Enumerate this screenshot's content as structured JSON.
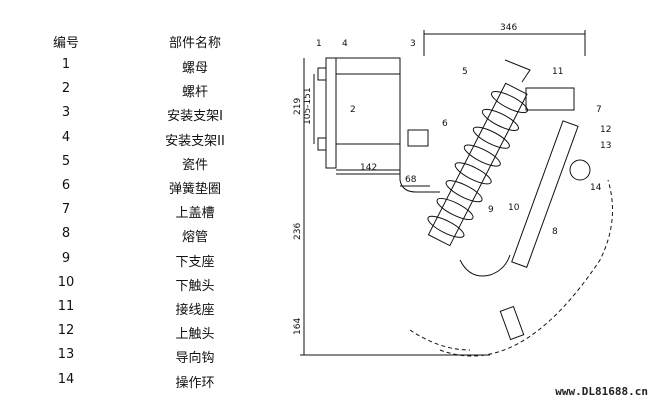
{
  "table": {
    "header": {
      "number": "编号",
      "name": "部件名称"
    },
    "rows": [
      {
        "number": "1",
        "name": "螺母"
      },
      {
        "number": "2",
        "name": "螺杆"
      },
      {
        "number": "3",
        "name": "安装支架I"
      },
      {
        "number": "4",
        "name": "安装支架II"
      },
      {
        "number": "5",
        "name": "瓷件"
      },
      {
        "number": "6",
        "name": "弹簧垫圈"
      },
      {
        "number": "7",
        "name": "上盖槽"
      },
      {
        "number": "8",
        "name": "熔管"
      },
      {
        "number": "9",
        "name": "下支座"
      },
      {
        "number": "10",
        "name": "下触头"
      },
      {
        "number": "11",
        "name": "接线座"
      },
      {
        "number": "12",
        "name": "上触头"
      },
      {
        "number": "13",
        "name": "导向钩"
      },
      {
        "number": "14",
        "name": "操作环"
      }
    ]
  },
  "dimensions": {
    "d346": "346",
    "d219": "219",
    "d105_151": "105-151",
    "d142": "142",
    "d68": "68",
    "d236": "236",
    "d164": "164"
  },
  "callouts": {
    "c1": "1",
    "c2": "2",
    "c3": "3",
    "c4": "4",
    "c5": "5",
    "c6": "6",
    "c7": "7",
    "c8": "8",
    "c9": "9",
    "c10": "10",
    "c11": "11",
    "c12": "12",
    "c13": "13",
    "c14": "14"
  },
  "watermark": "www.DL81688.cn"
}
